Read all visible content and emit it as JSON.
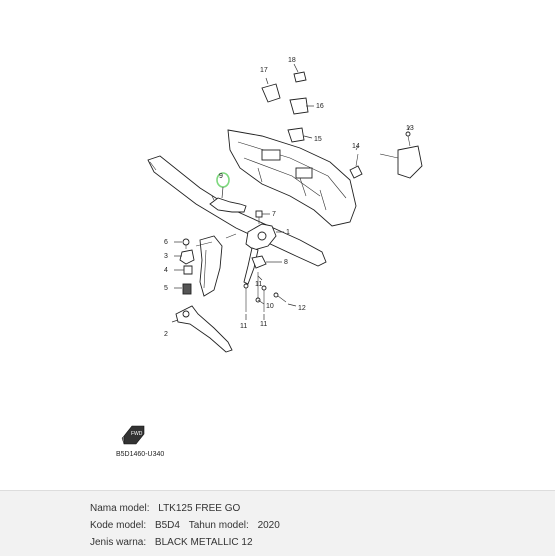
{
  "diagram": {
    "callouts": [
      "1",
      "2",
      "3",
      "4",
      "5",
      "6",
      "7",
      "8",
      "9",
      "10",
      "11",
      "11",
      "11",
      "12",
      "13",
      "14",
      "15",
      "16",
      "17",
      "18"
    ],
    "fwd_label": "FWD",
    "code": "B5D1460-U340"
  },
  "info": {
    "model_name_label": "Nama model:",
    "model_name_value": "LTK125 FREE GO",
    "model_code_label": "Kode model:",
    "model_code_value": "B5D4",
    "model_year_label": "Tahun model:",
    "model_year_value": "2020",
    "color_label": "Jenis warna:",
    "color_value": "BLACK METALLIC 12"
  },
  "colors": {
    "highlight": "#7dd87d",
    "panel_bg": "#f2f2f2"
  }
}
